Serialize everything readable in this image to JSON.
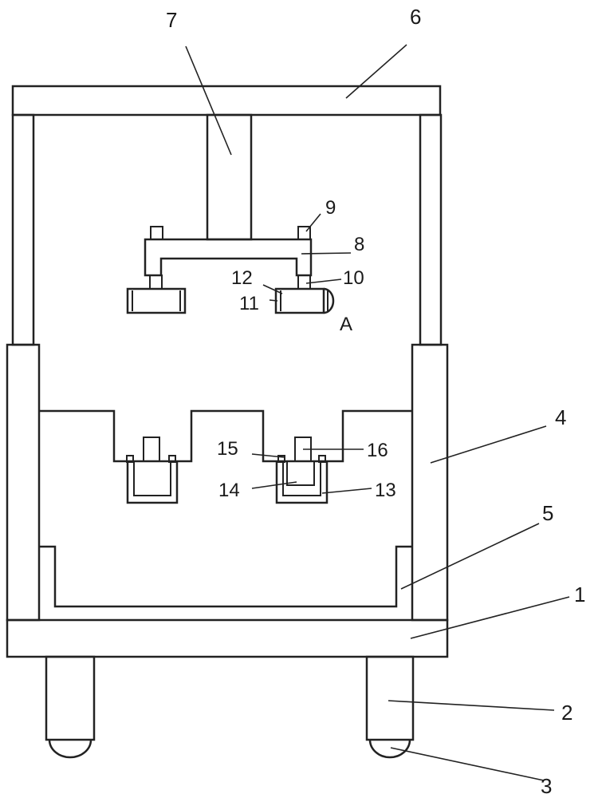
{
  "labels": {
    "p1": "1",
    "p2": "2",
    "p3": "3",
    "p4": "4",
    "p5": "5",
    "p6": "6",
    "p7": "7",
    "p8": "8",
    "p9": "9",
    "p10": "10",
    "p11": "11",
    "p12": "12",
    "p13": "13",
    "p14": "14",
    "p15": "15",
    "p16": "16",
    "detail_a": "A"
  },
  "colors": {
    "line": "#222222",
    "background": "#ffffff"
  }
}
